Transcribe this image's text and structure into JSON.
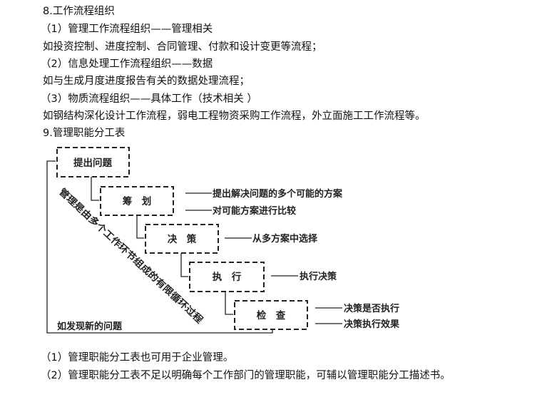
{
  "section8": {
    "heading": "8.工作流程组织",
    "lines": [
      "（1）管理工作流程组织——管理相关",
      "如投资控制、进度控制、合同管理、付款和设计变更等流程；",
      "（2）信息处理工作流程组织——数据",
      "如与生成月度进度报告有关的数据处理流程；",
      "（3）物质流程组织——具体工作（技术相关 ）",
      "如钢结构深化设计工作流程，弱电工程物资采购工作流程，外立面施工工作流程等。"
    ]
  },
  "section9": {
    "heading": "9.管理职能分工表",
    "notes": [
      "（1）管理职能分工表也可用于企业管理。",
      "（2）管理职能分工表不足以明确每个工作部门的管理职能，可辅以管理职能分工描述书。"
    ]
  },
  "diagram": {
    "steps": [
      "提出问题",
      "筹　划",
      "决　策",
      "执　行",
      "检　查"
    ],
    "annotations": {
      "plan_1": "提出解决问题的多个可能的方案",
      "plan_2": "对可能方案进行比较",
      "decide": "从多方案中选择",
      "execute": "执行决策",
      "check_1": "决策是否执行",
      "check_2": "决策执行效果"
    },
    "diagonal_caption": "管理是由多个工作环节组成的有限循环过程",
    "loop_label": "如发现新的问题"
  }
}
